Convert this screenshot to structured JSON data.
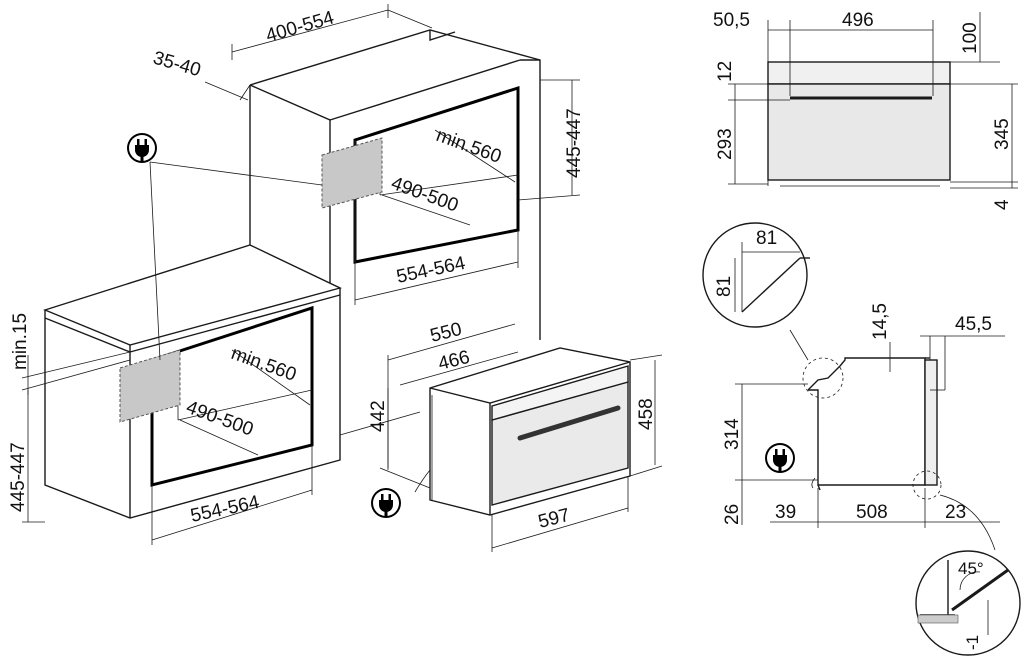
{
  "colors": {
    "line": "#1a1a1a",
    "hatch": "#c8c8c8",
    "oven_glass": "#e5e5e5",
    "background": "#ffffff"
  },
  "icons": [
    "plug-icon"
  ],
  "left_column_install": {
    "depth_range": "400-554",
    "back_gap": "35-40",
    "niche_height": "445-447",
    "niche_depth": "min.560",
    "inner_depth": "490-500",
    "niche_width": "554-564"
  },
  "under_counter_install": {
    "top_clearance": "min.15",
    "niche_height": "445-447",
    "niche_depth": "min.560",
    "inner_depth": "490-500",
    "niche_width": "554-564"
  },
  "oven_3d": {
    "depth_total": "550",
    "depth_body": "466",
    "body_height": "442",
    "front_height": "458",
    "front_width": "597"
  },
  "top_view": {
    "offset": "50,5",
    "width": "496",
    "top_depth": "100",
    "panel": "12",
    "inner_height": "293",
    "total_height": "345",
    "bottom": "4"
  },
  "side_view": {
    "chamfer_w": "81",
    "chamfer_h": "81",
    "top_step": "14,5",
    "handle": "45,5",
    "height": "314",
    "foot": "26",
    "left_offset": "39",
    "depth": "508",
    "front": "23",
    "angle": "45°",
    "gap": "-1"
  }
}
